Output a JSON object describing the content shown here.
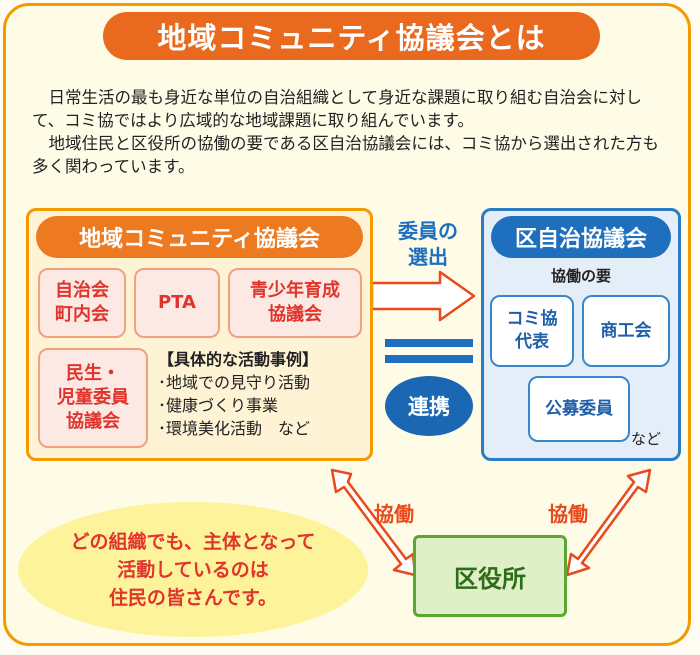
{
  "title": "地域コミュニティ協議会とは",
  "intro": {
    "p1": "日常生活の最も身近な単位の自治組織として身近な課題に取り組む自治会に対して、コミ協ではより広域的な地域課題に取り組んでいます。",
    "p2": "地域住民と区役所の協働の要である区自治協議会には、コミ協から選出された方も多く関わっています。"
  },
  "community_council": {
    "title": "地域コミュニティ協議会",
    "orgs": [
      "自治会\n町内会",
      "PTA",
      "青少年育成\n協議会",
      "民生・\n児童委員\n協議会"
    ],
    "examples_title": "【具体的な活動事例】",
    "examples": [
      "･地域での見守り活動",
      "･健康づくり事業",
      "･環境美化活動　など"
    ]
  },
  "ward_council": {
    "title": "区自治協議会",
    "subtitle": "協働の要",
    "members": [
      "コミ協\n代表",
      "商工会",
      "公募委員"
    ],
    "etc": "など"
  },
  "selection_label": "委員の\n選出",
  "cooperation_label": "連携",
  "collaboration_left": "協働",
  "collaboration_right": "協働",
  "ward_office": "区役所",
  "message": "どの組織でも、主体となって\n活動しているのは\n住民の皆さんです。",
  "colors": {
    "orange": "#e96a1e",
    "blue": "#1f6fbf",
    "green": "#5aa732",
    "red": "#e0342c",
    "yellow": "#fdf39a"
  }
}
